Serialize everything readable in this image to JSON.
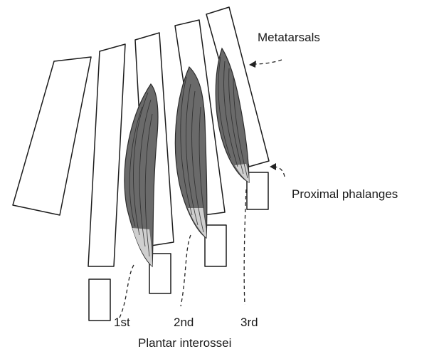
{
  "labels": {
    "metatarsals": "Metatarsals",
    "proximal_phalanges": "Proximal phalanges",
    "first": "1st",
    "second": "2nd",
    "third": "3rd",
    "plantar_interossei": "Plantar interossei"
  }
}
